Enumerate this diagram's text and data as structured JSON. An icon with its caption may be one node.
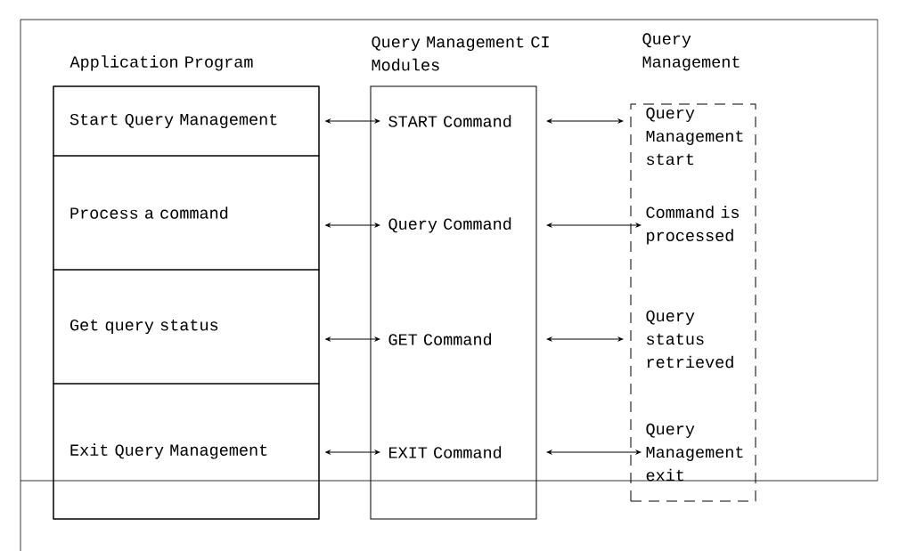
{
  "diagram": {
    "nodes": [
      {
        "text": [
          "Application Program"
        ]
      },
      {
        "text": [
          "Start Query Management"
        ],
        "in": 0
      },
      {
        "text": [
          "Process a command"
        ],
        "in": 0
      },
      {
        "text": [
          "Get query status"
        ],
        "in": 0
      },
      {
        "text": [
          "Exit Query Management"
        ],
        "in": 0
      },
      {
        "text": [
          "Query Management CI Modules"
        ]
      },
      {
        "text": [
          "START Command"
        ],
        "in": 5
      },
      {
        "text": [
          "Query Command"
        ],
        "in": 5
      },
      {
        "text": [
          "GET Command"
        ],
        "in": 5
      },
      {
        "text": [
          "EXIT Command"
        ],
        "in": 5
      },
      {
        "text": [
          "Query Management"
        ]
      },
      {
        "text": [
          "Query Management start"
        ],
        "in": 10
      },
      {
        "text": [
          "Command is processed"
        ],
        "in": 10
      },
      {
        "text": [
          "Query status retrieved"
        ],
        "in": 10
      },
      {
        "text": [
          "Query Management exit"
        ],
        "in": 10
      }
    ],
    "edges": [
      {
        "from": 1,
        "to": 6,
        "arrow": "both"
      },
      {
        "from": 2,
        "to": 7,
        "arrow": "both"
      },
      {
        "from": 3,
        "to": 8,
        "arrow": "both"
      },
      {
        "from": 4,
        "to": 9,
        "arrow": "both"
      },
      {
        "from": 6,
        "to": 11,
        "arrow": "both"
      },
      {
        "from": 7,
        "to": 12,
        "arrow": "both"
      },
      {
        "from": 8,
        "to": 13,
        "arrow": "both"
      },
      {
        "from": 9,
        "to": 14,
        "arrow": "both"
      }
    ]
  }
}
